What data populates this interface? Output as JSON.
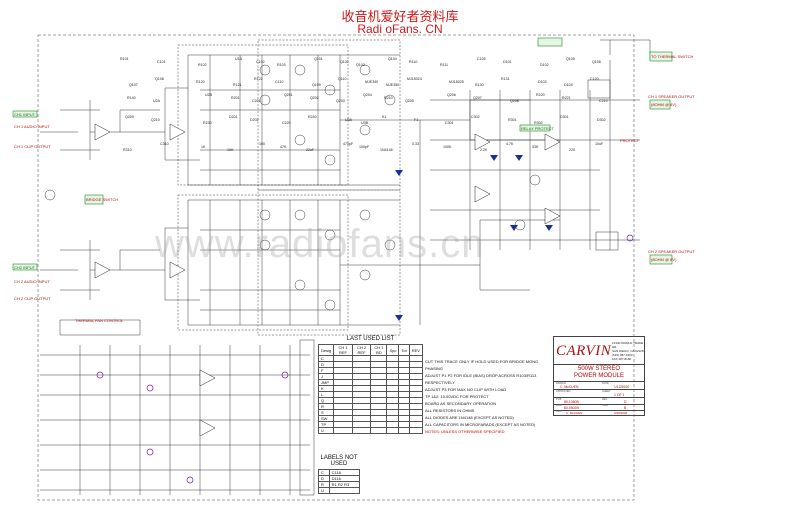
{
  "site": {
    "title": "收音机爱好者资料库",
    "subtitle": "Radi oFans. CN",
    "watermark": "www.radiofans.cn"
  },
  "io_labels": {
    "ch1_input_box": "CH1 INPUT",
    "ch1_audio": "CH 1 AUDIO INPUT",
    "ch1_clip": "CH 1 CLIP OUTPUT",
    "ch2_input_box": "CH2 INPUT",
    "ch2_audio": "CH 2 AUDIO INPUT",
    "ch2_clip": "CH 2 CLIP OUTPUT",
    "bridge_switch": "BRIDGE SWITCH",
    "ch1_speaker": "CH 1 SPEAKER OUTPUT",
    "ch1_speaker_range": "(8OHM @ 8V)",
    "ch2_speaker": "CH 2 SPEAKER OUTPUT",
    "ch2_speaker_range": "(8OHM @ 8V)",
    "thermal_switch": "TO THERMAL SWITCH",
    "protect": "PROTECT",
    "relay": "RELAY PROTECT",
    "fan_control": "THERMAL FAN CONTROL"
  },
  "component_labels": [
    "R101",
    "C101",
    "R102",
    "U1A",
    "C102",
    "R103",
    "Q101",
    "Q102",
    "Q103",
    "Q104",
    "R110",
    "R111",
    "C105",
    "D101",
    "D102",
    "Q105",
    "Q106",
    "Q107",
    "Q108",
    "R120",
    "R121",
    "R122",
    "C110",
    "Q109",
    "Q110",
    "MJE340",
    "MJE350",
    "MJ15024",
    "MJ15025",
    "R130",
    "R131",
    "D103",
    "D104",
    "C120",
    "R140",
    "U2A",
    "U2B",
    "R201",
    "C201",
    "Q201",
    "Q202",
    "Q203",
    "Q204",
    "R210",
    "Q205",
    "Q206",
    "Q207",
    "Q208",
    "R220",
    "R221",
    "C210",
    "Q209",
    "Q210",
    "R230",
    "D201",
    "D202",
    "C220",
    "R240",
    "U3A",
    "U3B",
    "K1",
    "F1",
    "C301",
    "C302",
    "R301",
    "R302",
    "D301",
    "D302",
    "R310",
    "C310",
    "1K",
    "10K",
    "100",
    "47K",
    "22uF",
    "470pF",
    "100pF",
    "1N4148",
    "0.33",
    "100K",
    "2.2K",
    "4.7K",
    "33K",
    "220",
    "10uF"
  ],
  "last_used": {
    "title": "LAST USED LIST",
    "headers": [
      "Desig",
      "CH 1 REF",
      "CH 2 REF",
      "CH 1 BD",
      "Spc",
      "Tot",
      "REV"
    ],
    "rows": [
      [
        "C",
        "",
        "",
        "",
        "",
        "",
        ""
      ],
      [
        "D",
        "",
        "",
        "",
        "",
        "",
        ""
      ],
      [
        "F",
        "",
        "",
        "",
        "",
        "",
        ""
      ],
      [
        "J",
        "",
        "",
        "",
        "",
        "",
        ""
      ],
      [
        "JMP",
        "",
        "",
        "",
        "",
        "",
        ""
      ],
      [
        "K",
        "",
        "",
        "",
        "",
        "",
        ""
      ],
      [
        "L",
        "",
        "",
        "",
        "",
        "",
        ""
      ],
      [
        "Q",
        "",
        "",
        "",
        "",
        "",
        ""
      ],
      [
        "R",
        "",
        "",
        "",
        "",
        "",
        ""
      ],
      [
        "S",
        "",
        "",
        "",
        "",
        "",
        ""
      ],
      [
        "SW",
        "",
        "",
        "",
        "",
        "",
        ""
      ],
      [
        "TP",
        "",
        "",
        "",
        "",
        "",
        ""
      ],
      [
        "U",
        "",
        "",
        "",
        "",
        "",
        ""
      ]
    ]
  },
  "labels_not_used": {
    "title": "LABELS NOT USED",
    "rows": [
      [
        "C",
        "C118"
      ],
      [
        "D",
        "D116"
      ],
      [
        "R",
        "R1 R2 R3"
      ],
      [
        "U",
        ""
      ]
    ]
  },
  "notes": {
    "lines": [
      "CUT THIS TRACE ONLY IF HOLD USED FOR BRIDGE MONO PHASING",
      "ADJUST P1 P2 FOR IDLE (BIAS) DROP ACROSS R103/R113 RESPECTIVELY",
      "ADJUST P3 FOR MAX NO CLIP WITH LOAD",
      "TP 1&2: 10.00VDC FOR PROTECT",
      "BOARD AS SECONDARY OPERATION",
      "ALL RESISTORS IN OHMS",
      "ALL DIODES ARE 1N4148 (EXCEPT AS NOTED)",
      "ALL CAPACITORS IN MICROFARADS (EXCEPT AS NOTED)"
    ],
    "footer": "NOTES:   UNLESS OTHERWISE SPECIFIED"
  },
  "title_block": {
    "company": "CARVIN",
    "address": [
      "12340 WORLD TRADE DR.",
      "SAN DIEGO, CA  92128",
      "(619) 487-1600",
      "FAX 487-8160"
    ],
    "product_line1": "500W STEREO",
    "product_line2": "POWER MODULE",
    "drawn_label": "DRAWN",
    "drawn_by": "C. McCUEN",
    "date_label": "DATE",
    "date": "1/12/2000",
    "approved_label": "APPROVED",
    "sheet_label": "SHEET",
    "sheet": "1 OF 1",
    "pcb_label": "PCB",
    "pcb": "80-1050B",
    "rev_label": "REV",
    "rev": "D",
    "part_label": "PART",
    "part": "80-0502B",
    "size_label": "SIZE",
    "size": "B",
    "checked_label": "CHK",
    "checked_by": "C. McCUEN",
    "check_date": "2/28/2004"
  }
}
